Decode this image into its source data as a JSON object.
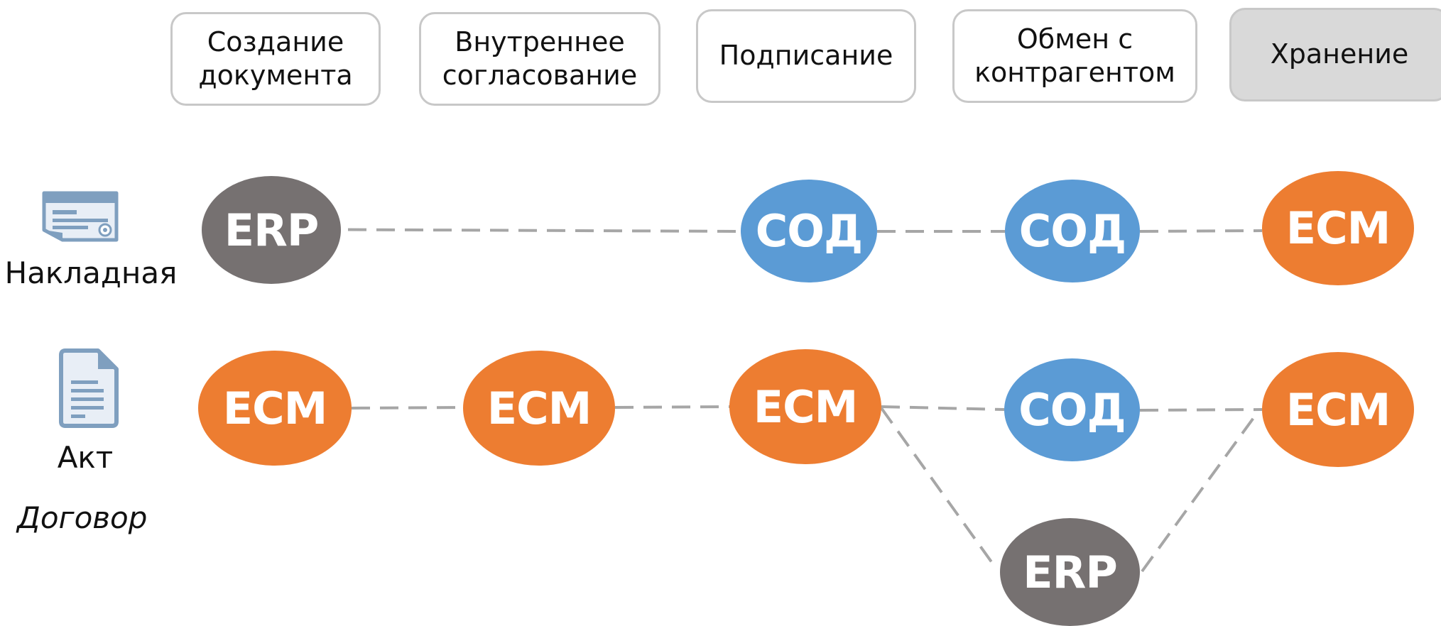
{
  "stages": [
    {
      "label": "Создание\nдокумента",
      "active": false
    },
    {
      "label": "Внутреннее\nсогласование",
      "active": false
    },
    {
      "label": "Подписание",
      "active": false
    },
    {
      "label": "Обмен с\nконтрагентом",
      "active": false
    },
    {
      "label": "Хранение",
      "active": true
    }
  ],
  "rows": [
    {
      "label": "Накладная",
      "sublabel": "",
      "icon": "invoice-card-icon"
    },
    {
      "label": "Акт",
      "sublabel": "Договор",
      "icon": "document-icon"
    }
  ],
  "nodes": {
    "invoice_erp": {
      "label": "ERP",
      "system": "ERP"
    },
    "invoice_sod_sign": {
      "label": "СОД",
      "system": "SOD"
    },
    "invoice_sod_exchange": {
      "label": "СОД",
      "system": "SOD"
    },
    "invoice_ecm_storage": {
      "label": "ECM",
      "system": "ECM"
    },
    "act_ecm_create": {
      "label": "ECM",
      "system": "ECM"
    },
    "act_ecm_approve": {
      "label": "ECM",
      "system": "ECM"
    },
    "act_ecm_sign": {
      "label": "ECM",
      "system": "ECM"
    },
    "act_sod_exchange": {
      "label": "СОД",
      "system": "SOD"
    },
    "act_ecm_storage": {
      "label": "ECM",
      "system": "ECM"
    },
    "act_erp_alt": {
      "label": "ERP",
      "system": "ERP"
    }
  },
  "colors": {
    "ERP": "#767171",
    "SOD": "#5b9bd5",
    "ECM": "#ed7d31",
    "connector": "#a6a6a6",
    "icon": "#7f9fbf"
  }
}
